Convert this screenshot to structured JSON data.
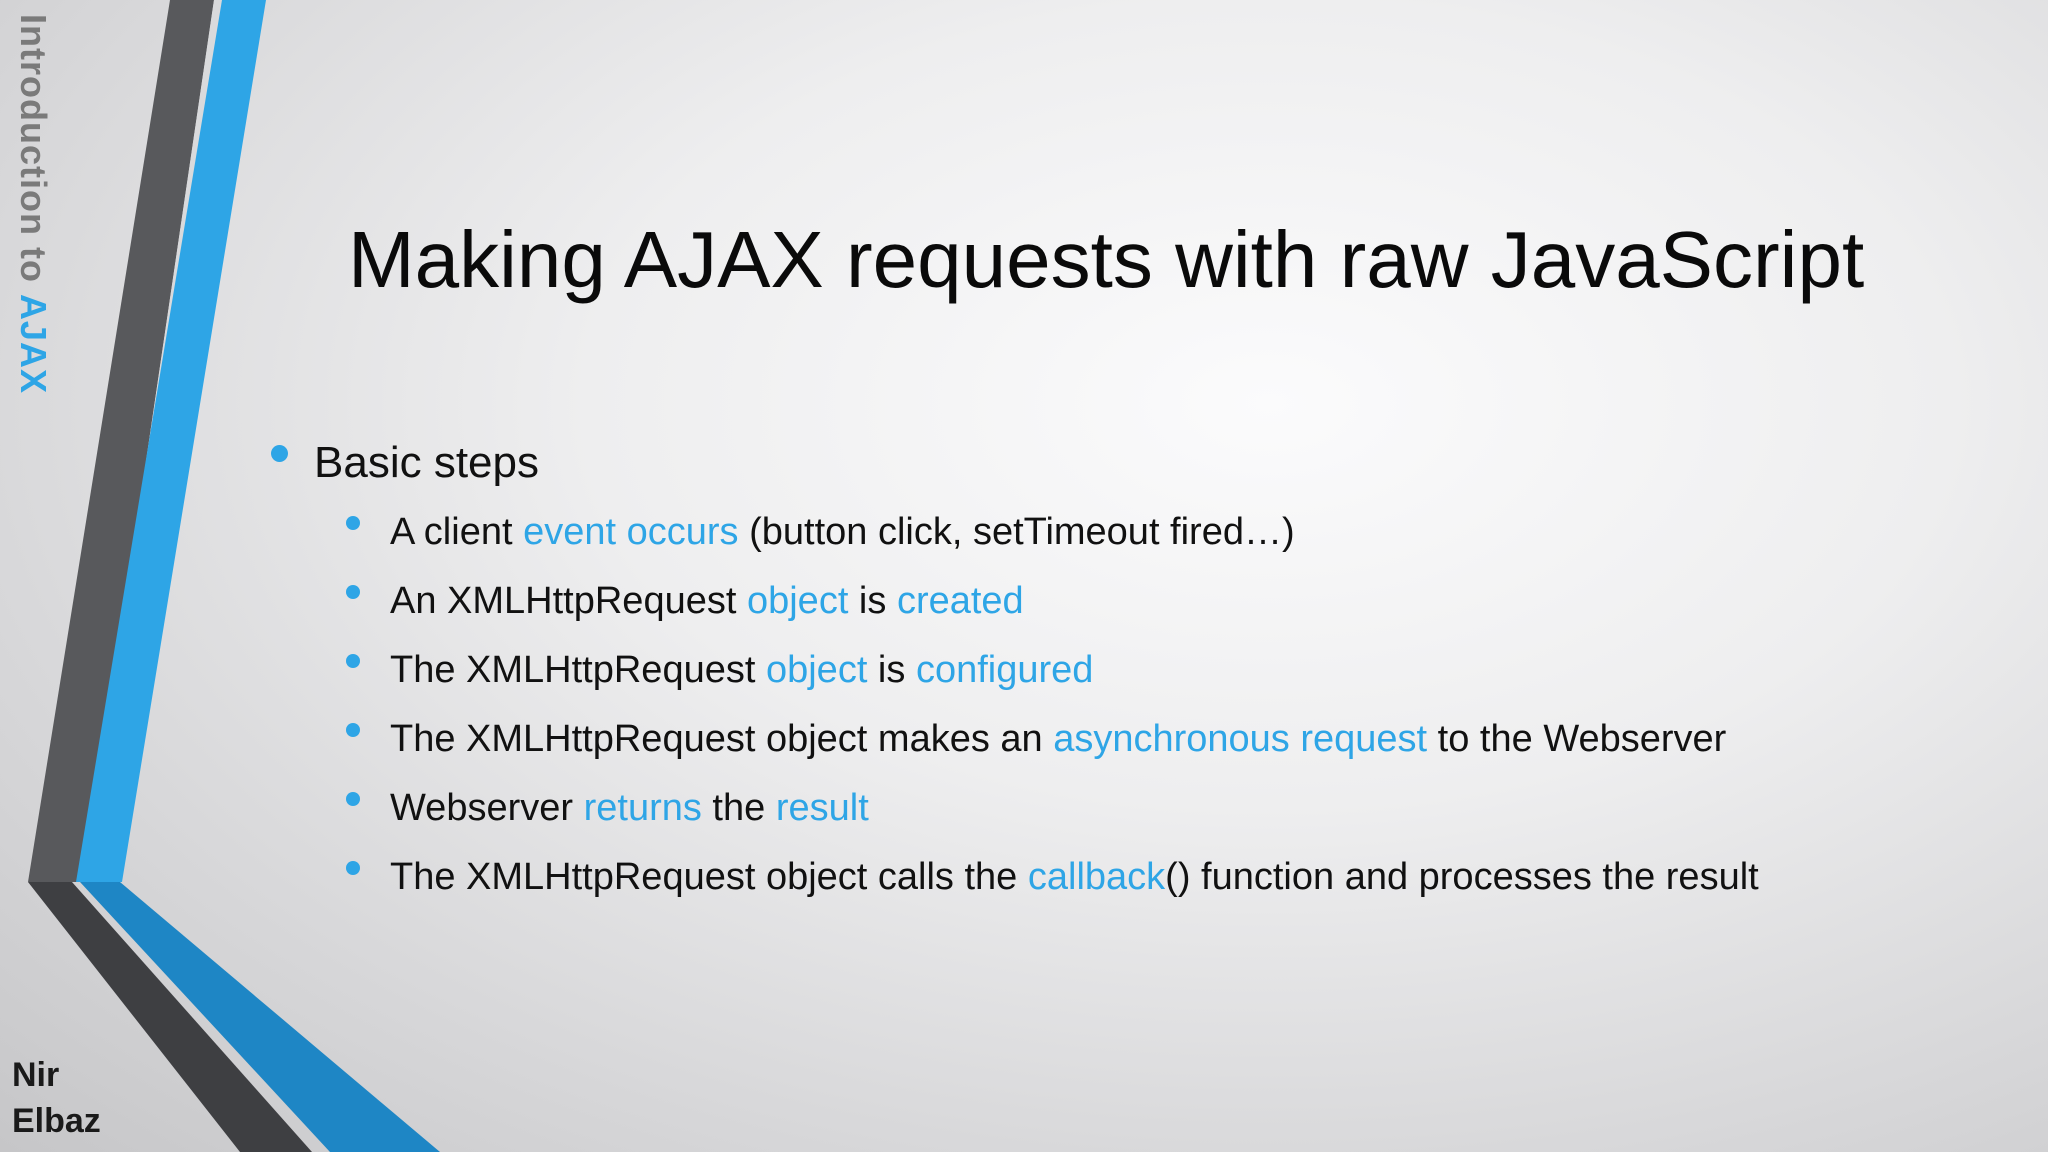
{
  "slide": {
    "side_title": {
      "prefix": "Introduction to ",
      "accent": "AJAX"
    },
    "author": {
      "first": "Nir",
      "last": "Elbaz"
    },
    "title": "Making AJAX requests with raw JavaScript",
    "bullet_main": "Basic steps",
    "steps": [
      [
        {
          "t": "A client ",
          "hl": false
        },
        {
          "t": "event occurs",
          "hl": true
        },
        {
          "t": " (button click, setTimeout fired…)",
          "hl": false
        }
      ],
      [
        {
          "t": "An XMLHttpRequest ",
          "hl": false
        },
        {
          "t": "object",
          "hl": true
        },
        {
          "t": " is ",
          "hl": false
        },
        {
          "t": "created",
          "hl": true
        }
      ],
      [
        {
          "t": "The XMLHttpRequest ",
          "hl": false
        },
        {
          "t": "object",
          "hl": true
        },
        {
          "t": " is ",
          "hl": false
        },
        {
          "t": "configured",
          "hl": true
        }
      ],
      [
        {
          "t": "The XMLHttpRequest object makes an ",
          "hl": false
        },
        {
          "t": "asynchronous request",
          "hl": true
        },
        {
          "t": " to the Webserver",
          "hl": false
        }
      ],
      [
        {
          "t": "Webserver ",
          "hl": false
        },
        {
          "t": "returns",
          "hl": true
        },
        {
          "t": " the ",
          "hl": false
        },
        {
          "t": "result",
          "hl": true
        }
      ],
      [
        {
          "t": "The XMLHttpRequest object calls the ",
          "hl": false
        },
        {
          "t": "callback",
          "hl": true
        },
        {
          "t": "() function and processes the result",
          "hl": false
        }
      ]
    ],
    "colors": {
      "accent": "#2ea5e6",
      "dark_stripe": "#4d4e51",
      "text": "#111111"
    }
  }
}
